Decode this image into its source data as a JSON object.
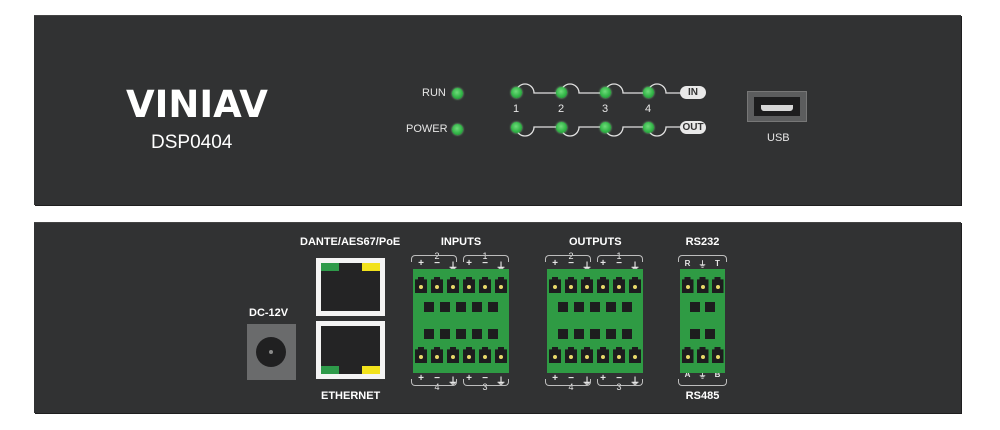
{
  "front": {
    "brand": "VINIAV",
    "model": "DSP0404",
    "status_leds": [
      {
        "label": "RUN",
        "state": "on",
        "color": "#33b548"
      },
      {
        "label": "POWER",
        "state": "on",
        "color": "#33b548"
      }
    ],
    "channel_numbers": [
      "1",
      "2",
      "3",
      "4"
    ],
    "in_tag": "IN",
    "out_tag": "OUT",
    "in_leds": [
      "on",
      "on",
      "on",
      "on"
    ],
    "out_leds": [
      "on",
      "on",
      "on",
      "on"
    ],
    "usb_label": "USB"
  },
  "rear": {
    "dc_label": "DC-12V",
    "dante_label": "DANTE/AES67/PoE",
    "ethernet_label": "ETHERNET",
    "inputs": {
      "title": "INPUTS",
      "top_pins": [
        "+",
        "−",
        "⏚",
        "+",
        "−",
        "⏚"
      ],
      "top_channels": [
        "2",
        "1"
      ],
      "bottom_pins": [
        "+",
        "−",
        "⏚",
        "+",
        "−",
        "⏚"
      ],
      "bottom_channels": [
        "4",
        "3"
      ]
    },
    "outputs": {
      "title": "OUTPUTS",
      "top_pins": [
        "+",
        "−",
        "⏚",
        "+",
        "−",
        "⏚"
      ],
      "top_channels": [
        "2",
        "1"
      ],
      "bottom_pins": [
        "+",
        "−",
        "⏚",
        "+",
        "−",
        "⏚"
      ],
      "bottom_channels": [
        "4",
        "3"
      ]
    },
    "rs232": {
      "title": "RS232",
      "pins": [
        "R",
        "⏚",
        "T"
      ]
    },
    "rs485": {
      "title": "RS485",
      "pins": [
        "A",
        "⏚",
        "B"
      ]
    }
  },
  "colors": {
    "panel": "#313233",
    "led_green": "#33b548",
    "terminal_green": "#2f9b44",
    "rj45_link": "#2e9a4a",
    "rj45_activity": "#f2e21c"
  }
}
